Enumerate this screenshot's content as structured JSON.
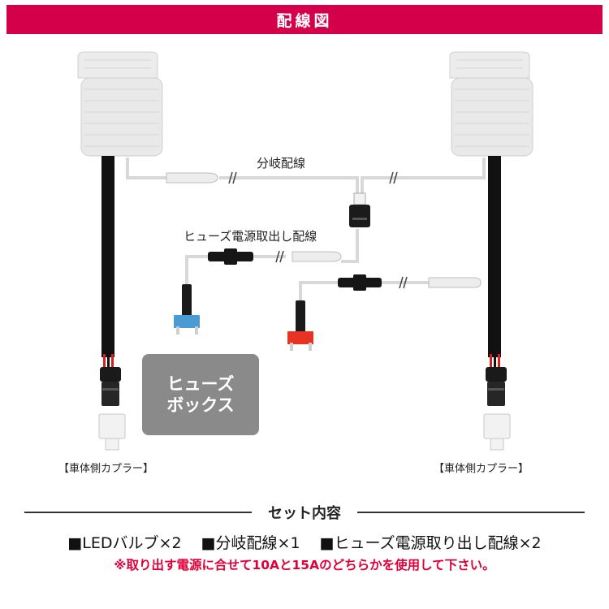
{
  "header": {
    "title": "配線図"
  },
  "labels": {
    "branch_wire": "分岐配線",
    "fuse_wire": "ヒューズ電源取出し配線",
    "fuse_box_line1": "ヒューズ",
    "fuse_box_line2": "ボックス",
    "left_coupler": "【車体側カプラー】",
    "right_coupler": "【車体側カプラー】"
  },
  "set_contents": {
    "title": "セット内容",
    "items": [
      "■LEDバルブ×2",
      "■分岐配線×1",
      "■ヒューズ電源取り出し配線×2"
    ],
    "note": "※取り出す電源に合せて10Aと15Aのどちらかを使用して下さい。"
  },
  "colors": {
    "banner": "#d5004a",
    "note": "#e0003a",
    "fuse_box": "#8a8a8a",
    "fuse_blue": "#4a9bd4",
    "fuse_red": "#e63323",
    "wire_gray": "#d8d8d8",
    "cable_black": "#111111"
  }
}
